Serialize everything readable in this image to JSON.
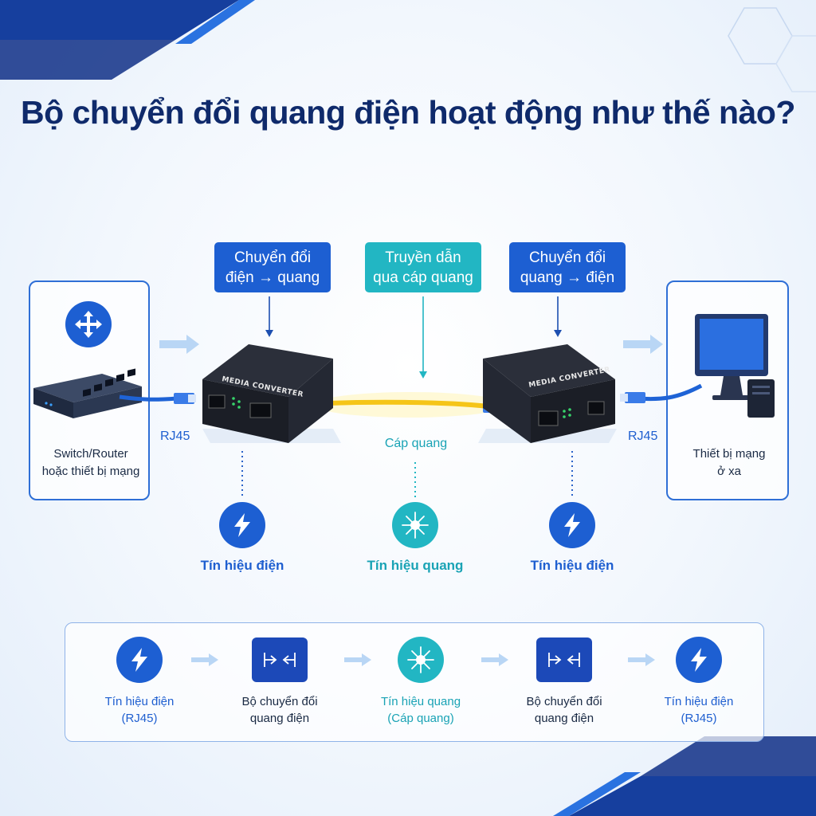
{
  "title": "Bộ chuyển đổi quang điện hoạt động như thế nào?",
  "left_device": {
    "label_line1": "Switch/Router",
    "label_line2": "hoặc thiết bị mạng"
  },
  "right_device": {
    "label_line1": "Thiết bị mạng",
    "label_line2": "ở xa"
  },
  "callouts": [
    {
      "line1": "Chuyển đổi",
      "line2": "điện → quang"
    },
    {
      "line1": "Truyền dẫn",
      "line2": "qua cáp quang"
    },
    {
      "line1": "Chuyển đổi",
      "line2": "quang → điện"
    }
  ],
  "converter_label": "MEDIA CONVERTER",
  "rj45_label": "RJ45",
  "cable_label": "Cáp quang",
  "signals": [
    {
      "label": "Tín hiệu điện",
      "icon": "lightning-icon"
    },
    {
      "label": "Tín hiệu quang",
      "icon": "light-burst-icon"
    },
    {
      "label": "Tín hiệu điện",
      "icon": "lightning-icon"
    }
  ],
  "flow": [
    {
      "line1": "Tín hiệu điện",
      "line2": "(RJ45)",
      "icon": "lightning-icon"
    },
    {
      "line1": "Bộ chuyển đổi",
      "line2": "quang điện",
      "icon": "converter-icon"
    },
    {
      "line1": "Tín hiệu quang",
      "line2": "(Cáp quang)",
      "icon": "light-burst-icon"
    },
    {
      "line1": "Bộ chuyển đổi",
      "line2": "quang điện",
      "icon": "converter-icon"
    },
    {
      "line1": "Tín hiệu điện",
      "line2": "(RJ45)",
      "icon": "lightning-icon"
    }
  ],
  "colors": {
    "navy": "#0f2a6b",
    "blue": "#1d5fd2",
    "teal": "#22b6c3",
    "fiber": "#f5c518"
  }
}
